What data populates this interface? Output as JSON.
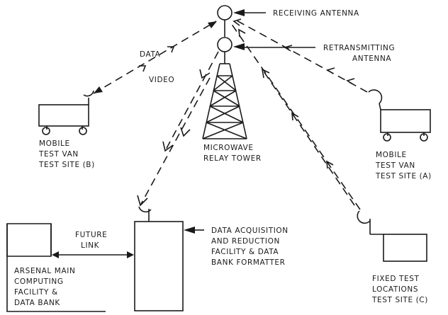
{
  "labels": {
    "receiving_antenna": "RECEIVING ANTENNA",
    "retransmitting_antenna": [
      "RETRANSMITTING",
      "ANTENNA"
    ],
    "data": "DATA",
    "video": "VIDEO",
    "tower": [
      "MICROWAVE",
      "RELAY TOWER"
    ],
    "van_b": [
      "MOBILE",
      "TEST VAN",
      "TEST SITE (B)"
    ],
    "van_a": [
      "MOBILE",
      "TEST VAN",
      "TEST SITE (A)"
    ],
    "data_acquisition": [
      "DATA ACQUISITION",
      "AND REDUCTION",
      "FACILITY & DATA",
      "BANK FORMATTER"
    ],
    "future_link": [
      "FUTURE",
      "LINK"
    ],
    "arsenal": [
      "ARSENAL MAIN",
      "COMPUTING",
      "FACILITY &",
      "DATA BANK"
    ],
    "fixed_test": [
      "FIXED TEST",
      "LOCATIONS",
      "TEST SITE (C)"
    ]
  },
  "colors": {
    "ink": "#1a1a1a",
    "background": "#ffffff"
  }
}
